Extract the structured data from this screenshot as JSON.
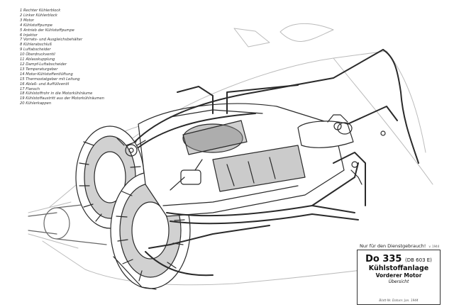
{
  "legend": [
    "1 Rechter Kühlerblock",
    "2 Linker Kühlerblock",
    "3 Motor",
    "4 Kühlstoffpumpe",
    "5 Antrieb der Kühlstoffpumpe",
    "6 Injektor",
    "7 Vorrats- und Ausgleichsbehälter",
    "8 Kühlerabschluß",
    "9 Luftabscheider",
    "10 Überdruckventil",
    "11 Ablasskupplung",
    "12 Dampf-Luftabscheider",
    "13 Temperaturgeber",
    "14 Motor-Kühlstoffentlüftung",
    "15 Thermostatgeber mit Leitung",
    "16 Ablaß- und Auffüllventil",
    "17 Flansch",
    "18 Kühlstoffrohr in die Motorkühlräume",
    "19 Kühlstoffaustritt aus der Motorkühlräumen",
    "20 Kühlerkappen"
  ],
  "stamp": {
    "text": "Nur für den Dienstgebrauch!",
    "small": "v. 1944"
  },
  "title_block": {
    "model": "Do 335",
    "engine": "(DB 603 E)",
    "subject": "Kühlstoffanlage",
    "description": "Vorderer Motor",
    "view": "Übersicht",
    "footer": "Blatt-Nr.   Datum:   Jan. 1944"
  }
}
